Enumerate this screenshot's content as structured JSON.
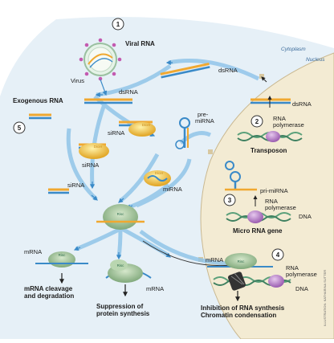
{
  "labels": {
    "viral_rna": "Viral RNA",
    "virus": "Virus",
    "cytoplasm": "Cytoplasm",
    "nucleus": "Nucleus",
    "exogenous_rna": "Exogenous RNA",
    "dsrna_1": "dsRNA",
    "dsrna_2": "dsRNA",
    "dsrna_3": "dsRNA",
    "sirna_1": "siRNA",
    "sirna_2": "siRNA",
    "sirna_3": "siRNA",
    "dicer_1": "Dicer",
    "dicer_2": "Dicer",
    "dicer_3": "Dicer",
    "pre_mirna": "pre-\nmiRNA",
    "mirna": "miRNA",
    "pri_mirna": "pri-miRNA",
    "rna_polymerase_1": "RNA\npolymerase",
    "rna_polymerase_2": "RNA\npolymerase",
    "rna_polymerase_3": "RNA\npolymerase",
    "transposon": "Transposon",
    "dna_1": "DNA",
    "dna_2": "DNA",
    "micro_rna_gene": "Micro RNA gene",
    "risc_center": "Risc",
    "risc_1": "Risc",
    "risc_2": "Risc",
    "risc_3": "Risc",
    "mrna_1": "mRNA",
    "mrna_2": "mRNA",
    "mrna_3": "mRNA",
    "outcome_cleavage": "mRNA cleavage\nand degradation",
    "outcome_suppression": "Suppression of\nprotein synthesis",
    "outcome_inhibition": "Inhibition of RNA synthesis\nChromatin condensation",
    "credit": "ILLUSTRATION: KATHARINA SUTTER"
  },
  "step_numbers": [
    "1",
    "2",
    "3",
    "4",
    "5"
  ],
  "colors": {
    "cytoplasm": "#e4eff6",
    "nucleus": "#f2ead2",
    "arrow": "#5a9fd4",
    "rna_orange": "#f0a830",
    "rna_blue": "#3a8ac8",
    "dicer": "#f4c63c",
    "risc": "#a8c8a0",
    "polymerase": "#b07ac0",
    "dna": "#5aa07a"
  }
}
